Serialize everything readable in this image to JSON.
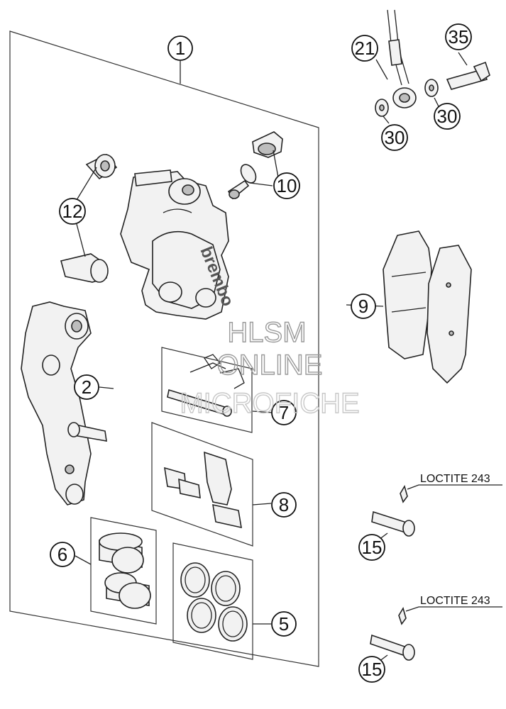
{
  "callouts": {
    "c1": "1",
    "c2": "2",
    "c5": "5",
    "c6": "6",
    "c7": "7",
    "c8": "8",
    "c9": "9",
    "c10": "10",
    "c12": "12",
    "c15a": "15",
    "c15b": "15",
    "c21": "21",
    "c30a": "30",
    "c30b": "30",
    "c35": "35"
  },
  "loctite": {
    "a": "LOCTITE 243",
    "b": "LOCTITE 243"
  },
  "watermark": {
    "line1": "HLSM",
    "line2": "ONLINE",
    "line3": "MICROFICHE"
  },
  "caliper_brand": "brembo"
}
